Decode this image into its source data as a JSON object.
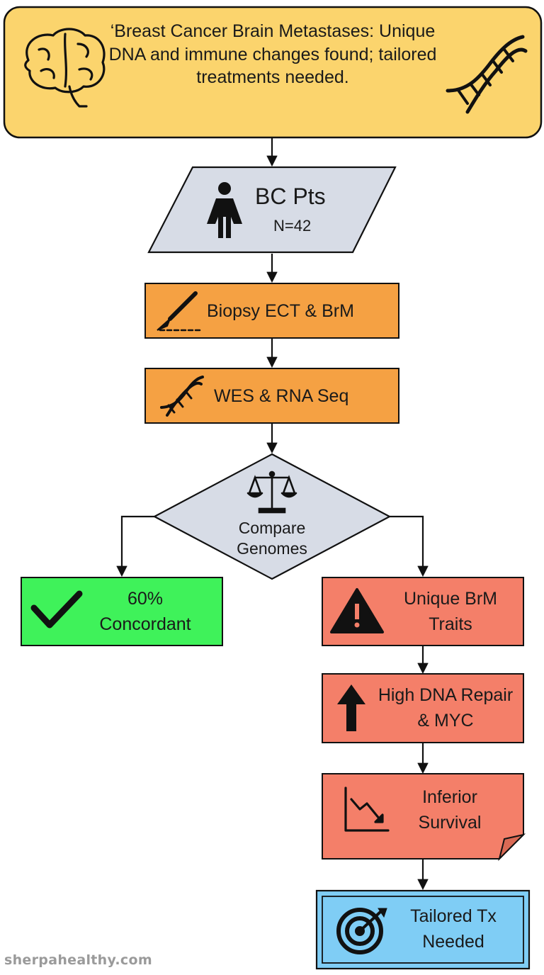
{
  "header": {
    "title": "‘Breast Cancer Brain Metastases: Unique DNA and immune changes found; tailored treatments needed."
  },
  "nodes": {
    "patients": {
      "label": "BC Pts",
      "count": "N=42"
    },
    "biopsy": {
      "label": "Biopsy ECT & BrM"
    },
    "sequencing": {
      "label": "WES & RNA Seq"
    },
    "compare": {
      "label": "Compare Genomes"
    },
    "concordant": {
      "label": "60% Concordant"
    },
    "unique_traits": {
      "label": "Unique BrM Traits"
    },
    "dna_repair": {
      "label": "High DNA Repair & MYC"
    },
    "survival": {
      "label": "Inferior Survival"
    },
    "tailored": {
      "label": "Tailored Tx Needed"
    }
  },
  "colors": {
    "header_fill": "#fbd46d",
    "gray_fill": "#d7dce6",
    "orange_fill": "#f5a143",
    "green_fill": "#3ff25a",
    "red_fill": "#f47f69",
    "blue_fill": "#7fcdf5"
  },
  "icons": [
    "brain-icon",
    "dna-icon",
    "person-icon",
    "scalpel-icon",
    "dna-small-icon",
    "balance-scale-icon",
    "checkmark-icon",
    "warning-icon",
    "up-arrow-icon",
    "declining-chart-icon",
    "target-icon"
  ],
  "footer": {
    "watermark": "sherpahealthy.com"
  }
}
